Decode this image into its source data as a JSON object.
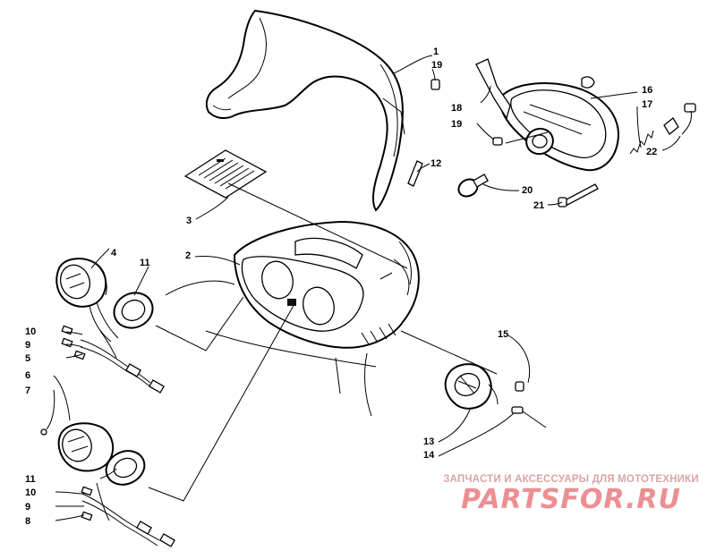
{
  "callouts": [
    {
      "id": "c1",
      "text": "1"
    },
    {
      "id": "c19a",
      "text": "19"
    },
    {
      "id": "c12",
      "text": "12"
    },
    {
      "id": "c3",
      "text": "3"
    },
    {
      "id": "c2",
      "text": "2"
    },
    {
      "id": "c4",
      "text": "4"
    },
    {
      "id": "c11a",
      "text": "11"
    },
    {
      "id": "c10a",
      "text": "10"
    },
    {
      "id": "c9a",
      "text": "9"
    },
    {
      "id": "c5",
      "text": "5"
    },
    {
      "id": "c6",
      "text": "6"
    },
    {
      "id": "c7",
      "text": "7"
    },
    {
      "id": "c11b",
      "text": "11"
    },
    {
      "id": "c10b",
      "text": "10"
    },
    {
      "id": "c9b",
      "text": "9"
    },
    {
      "id": "c8",
      "text": "8"
    },
    {
      "id": "c18",
      "text": "18"
    },
    {
      "id": "c19b",
      "text": "19"
    },
    {
      "id": "c16",
      "text": "16"
    },
    {
      "id": "c17",
      "text": "17"
    },
    {
      "id": "c22",
      "text": "22"
    },
    {
      "id": "c20",
      "text": "20"
    },
    {
      "id": "c21",
      "text": "21"
    },
    {
      "id": "c15",
      "text": "15"
    },
    {
      "id": "c13",
      "text": "13"
    },
    {
      "id": "c14",
      "text": "14"
    }
  ],
  "watermark": {
    "caption": "ЗАПЧАСТИ И АКСЕССУАРЫ ДЛЯ МОТОТЕХНИКИ",
    "logo": "PARTSFOR.RU"
  },
  "colors": {
    "ink": "#000000",
    "background": "#ffffff",
    "watermark_caption": "#d9a5a5",
    "watermark_logo": "#ec8f93"
  }
}
